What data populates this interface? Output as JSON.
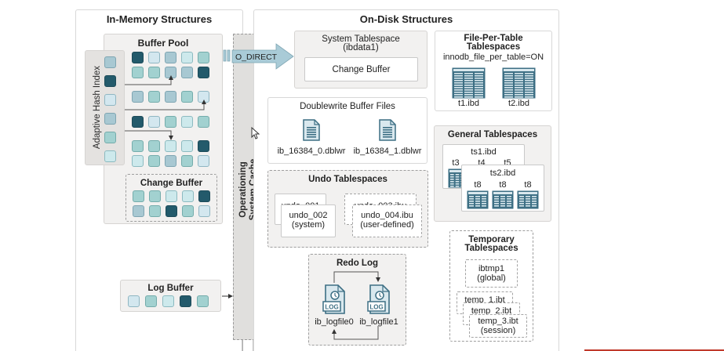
{
  "in_memory": {
    "title": "In-Memory Structures",
    "buffer_pool": {
      "title": "Buffer Pool",
      "rows": [
        [
          "dark",
          "l1",
          "l2",
          "l3",
          "l4"
        ],
        [
          "l4",
          "l4",
          "l2",
          "l2",
          "dark"
        ],
        [
          "l2",
          "l4",
          "l2",
          "l4",
          "l1"
        ],
        [
          "dark",
          "l1",
          "l4",
          "l3",
          "l4"
        ],
        [
          "l4",
          "l4",
          "l3",
          "l3",
          "dark"
        ],
        [
          "l3",
          "l4",
          "l2",
          "l4",
          "l1"
        ]
      ]
    },
    "adaptive_hash_index": {
      "title": "Adaptive Hash Index",
      "cells": [
        "l2",
        "dark",
        "l1",
        "l2",
        "l4",
        "l3"
      ]
    },
    "change_buffer": {
      "title": "Change Buffer",
      "rows": [
        [
          "l4",
          "l4",
          "l3",
          "l3",
          "dark"
        ],
        [
          "l2",
          "l4",
          "dark",
          "l4",
          "l1"
        ]
      ]
    },
    "log_buffer": {
      "title": "Log Buffer",
      "cells": [
        "l1",
        "l4",
        "l3",
        "dark",
        "l4"
      ]
    }
  },
  "os_cache": {
    "title_line1": "Operationing",
    "title_line2": "System Cache"
  },
  "o_direct": {
    "label": "O_DIRECT"
  },
  "on_disk": {
    "title": "On-Disk Structures",
    "system_tablespace": {
      "title_line1": "System Tablespace",
      "title_line2": "(ibdata1)",
      "change_buffer_label": "Change Buffer"
    },
    "file_per_table": {
      "title_line1": "File-Per-Table",
      "title_line2": "Tablespaces",
      "setting": "innodb_file_per_table=ON",
      "files": [
        "t1.ibd",
        "t2.ibd"
      ]
    },
    "doublewrite": {
      "title": "Doublewrite Buffer Files",
      "files": [
        "ib_16384_0.dblwr",
        "ib_16384_1.dblwr"
      ]
    },
    "general_tablespaces": {
      "title": "General Tablespaces",
      "ts1": {
        "name": "ts1.ibd",
        "tables": [
          "t3",
          "t4",
          "t5"
        ]
      },
      "ts2": {
        "name": "ts2.ibd",
        "tables": [
          "t8",
          "t8",
          "t8"
        ]
      }
    },
    "undo_tablespaces": {
      "title": "Undo Tablespaces",
      "undo_001": "undo_001",
      "undo_002_line1": "undo_002",
      "undo_002_line2": "(system)",
      "undo_003": "undo_003.ibu",
      "undo_004_line1": "undo_004.ibu",
      "undo_004_line2": "(user-defined)"
    },
    "redo_log": {
      "title": "Redo Log",
      "icon_text": "LOG",
      "files": [
        "ib_logfile0",
        "ib_logfile1"
      ]
    },
    "temporary_tablespaces": {
      "title_line1": "Temporary",
      "title_line2": "Tablespaces",
      "global_line1": "ibtmp1",
      "global_line2": "(global)",
      "temp1": "temp_1.ibt",
      "temp2": "temp_2.ibt",
      "temp3_line1": "temp_3.ibt",
      "temp3_line2": "(session)"
    }
  },
  "colors": {
    "dark": "#235a6b",
    "l1": "#d3e7ef",
    "l2": "#a8c8d2",
    "l3": "#cde9ec",
    "l4": "#a2d1d0",
    "arrow": "#a9cbd7",
    "icon": "#3d6f84",
    "red_bar": "#c0392b"
  }
}
